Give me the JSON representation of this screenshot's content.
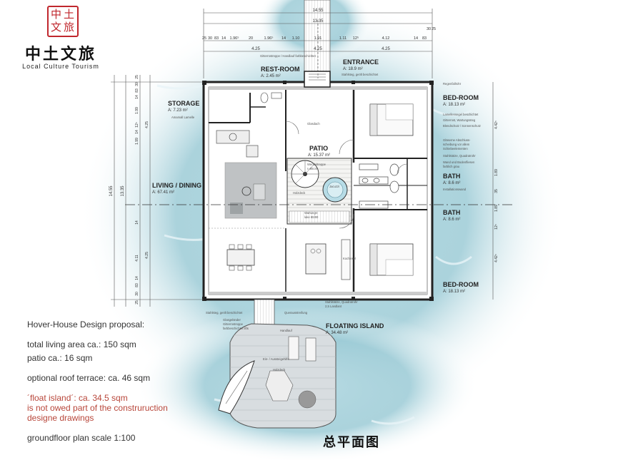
{
  "logo": {
    "seal_chars": [
      "中",
      "土",
      "文",
      "旅"
    ],
    "name_cn": "中土文旅",
    "name_en": "Local Culture Tourism",
    "color": "#c0272d"
  },
  "rooms": [
    {
      "id": "rest-room",
      "name": "REST-ROOM",
      "area": "A: 2.45 m²"
    },
    {
      "id": "entrance",
      "name": "ENTRANCE",
      "area": "A: 18.9 m²"
    },
    {
      "id": "storage",
      "name": "STORAGE",
      "area": "A: 7.23 m²"
    },
    {
      "id": "patio",
      "name": "PATIO",
      "area": "A: 15.37 m²"
    },
    {
      "id": "living",
      "name": "LIVING / DINING",
      "area": "A: 67.41 m²"
    },
    {
      "id": "bed1",
      "name": "BED-ROOM",
      "area": "A: 18.13 m²"
    },
    {
      "id": "bath1",
      "name": "BATH",
      "area": "A: 8.6 m²"
    },
    {
      "id": "bath2",
      "name": "BATH",
      "area": "A: 8.6 m²"
    },
    {
      "id": "bed2",
      "name": "BED-ROOM",
      "area": "A: 18.13 m²"
    },
    {
      "id": "island",
      "name": "FLOATING ISLAND",
      "area": "A: 34.48 m²"
    }
  ],
  "dimensions": {
    "total_width": "14.55",
    "inner_width": "13.35",
    "row_top": [
      "25",
      "30",
      "83",
      "14",
      "1.96⁵",
      "20",
      "1.96⁵",
      "14",
      "1.10",
      "1.91",
      "1.11",
      "12⁵",
      "4.12",
      "14",
      "83",
      "30",
      "25"
    ],
    "half_widths": [
      "4.25",
      "4.25",
      "4.25"
    ],
    "left_total": "14.55",
    "left_inner": "13.35",
    "left_segments": [
      "25",
      "30",
      "83",
      "14",
      "1.99",
      "12⁵",
      "14",
      "1.99",
      "4.25",
      "14",
      "4.11",
      "4.25",
      "14",
      "83",
      "30",
      "25"
    ],
    "right_segments": [
      "4.42⁵",
      "1.89",
      "35",
      "1.89",
      "12⁵",
      "4.42⁵"
    ]
  },
  "annotations": {
    "restroom_note": "Gitterrostreppe / Handlauf farbbeschichtet",
    "entrance_note": "Stahlsteg, geölt beschichtet",
    "regenfallrohr": "Regenfallrohr",
    "right_notes": [
      "Lamellensegel beschichtet",
      "Gitterrost, Wartungssteg",
      "Blendschutz / Sonnenschutz"
    ],
    "bath_notes": [
      "Gläserne Abschluss-",
      "scheibung vor allem",
      "Schiebeelementen",
      "Stahlstütze, Quadratrohr",
      "Wand und Bodenfliesen",
      "farblich grau",
      "Installationswand"
    ],
    "storage_notes": [
      "Amamall Lamelle"
    ],
    "patio_notes": [
      "Wendeltreppe",
      "r=85cm",
      "Holzdeck",
      "Jacuzzi",
      "Wartungs-",
      "luke 80/80"
    ],
    "glass_roof": "Glasdach",
    "kitchen_note": "Kochinsel",
    "bottom_notes": [
      "Stahlsteg, geölt beschichtet",
      "Glasgeländer",
      "Gitterrostreppe",
      "farbbeschichtet lifts",
      "Querausstreifung",
      "Stahlstütze, Quadratrohr",
      "2,5 Landlant"
    ],
    "island_notes": [
      "Handlauf",
      "Ein- / Aussteigehilfe",
      "Holzdeck"
    ]
  },
  "proposal": {
    "heading": "Hover-House Design proposal:",
    "living_area": "total living area ca.: 150 sqm",
    "patio_area": "patio ca.: 16 sqm",
    "roof_terrace": "optional roof terrace:  ca. 46 sqm",
    "float_lines": [
      "´float island´: ca. 34.5 sqm",
      "is not owed part of the construruction",
      "designe drawings"
    ],
    "scale": "groundfloor plan scale 1:100"
  },
  "main_title": "总平面图",
  "colors": {
    "water": "#8fc3d0",
    "water_light": "#c9e4ea",
    "wall": "#222222",
    "accent_red": "#b8463a",
    "island": "#d8dde0"
  }
}
